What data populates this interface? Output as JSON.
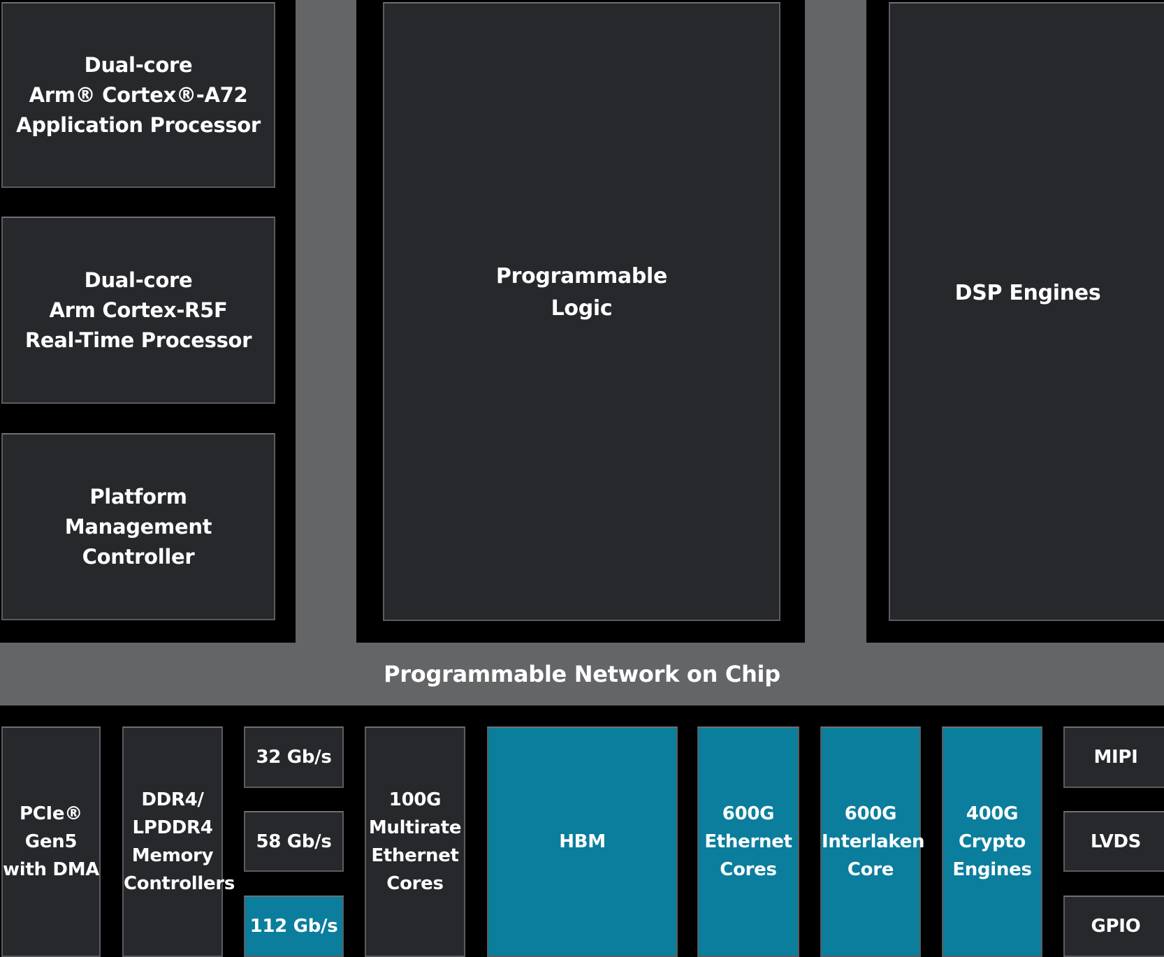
{
  "palette": {
    "background": "#000000",
    "block_dark": "#26282C",
    "block_teal": "#0A7E9C",
    "block_border": "#5A5C60",
    "block_border_top": "#6E7072",
    "noc_gray": "#646567",
    "text": "#FFFFFF"
  },
  "blocks": {
    "a72": {
      "lines": [
        "Dual-core",
        "Arm® Cortex®-A72",
        "Application Processor"
      ]
    },
    "r5f": {
      "lines": [
        "Dual-core",
        "Arm Cortex-R5F",
        "Real-Time Processor"
      ]
    },
    "pmc": {
      "lines": [
        "Platform",
        "Management",
        "Controller"
      ]
    },
    "pl": {
      "lines": [
        "Programmable",
        "Logic"
      ]
    },
    "dsp": {
      "lines": [
        "DSP Engines"
      ]
    },
    "noc": {
      "label": "Programmable Network on Chip"
    }
  },
  "io_row": {
    "pcie": {
      "lines": [
        "PCIe®",
        "Gen5",
        "with DMA"
      ]
    },
    "ddr": {
      "lines": [
        "DDR4/",
        "LPDDR4",
        "Memory",
        "Controllers"
      ]
    },
    "serdes": {
      "rates": [
        "32 Gb/s",
        "58 Gb/s",
        "112 Gb/s"
      ]
    },
    "eth100": {
      "lines": [
        "100G",
        "Multirate",
        "Ethernet",
        "Cores"
      ]
    },
    "hbm": {
      "lines": [
        "HBM"
      ]
    },
    "eth600": {
      "lines": [
        "600G",
        "Ethernet",
        "Cores"
      ]
    },
    "interlaken": {
      "lines": [
        "600G",
        "Interlaken",
        "Core"
      ]
    },
    "crypto": {
      "lines": [
        "400G",
        "Crypto",
        "Engines"
      ]
    },
    "io_small": {
      "labels": [
        "MIPI",
        "LVDS",
        "GPIO"
      ]
    }
  }
}
